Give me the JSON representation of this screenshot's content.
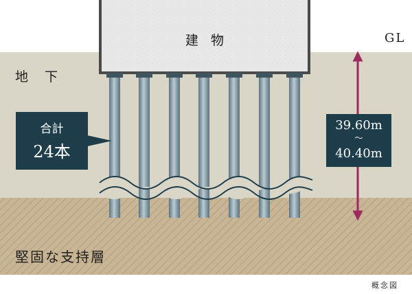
{
  "labels": {
    "building": "建物",
    "ground_level": "GL",
    "underground": "地下",
    "bearing_layer": "堅固な支持層",
    "note": "概念図"
  },
  "pile_count": {
    "title": "合計",
    "value": "24本"
  },
  "pile_depth": {
    "min": "39.60m",
    "separator": "〜",
    "max": "40.40m"
  },
  "pile_columns_shown": 7,
  "colors": {
    "background": "#ffffff",
    "soil": "#d9d6c8",
    "bearing_layer": "#c8b596",
    "building": "#e6e6e6",
    "building_border": "#4a4a4a",
    "pile": "#8aa3ae",
    "callout": "#1e3d4a",
    "arrow": "#9c2a5c"
  }
}
